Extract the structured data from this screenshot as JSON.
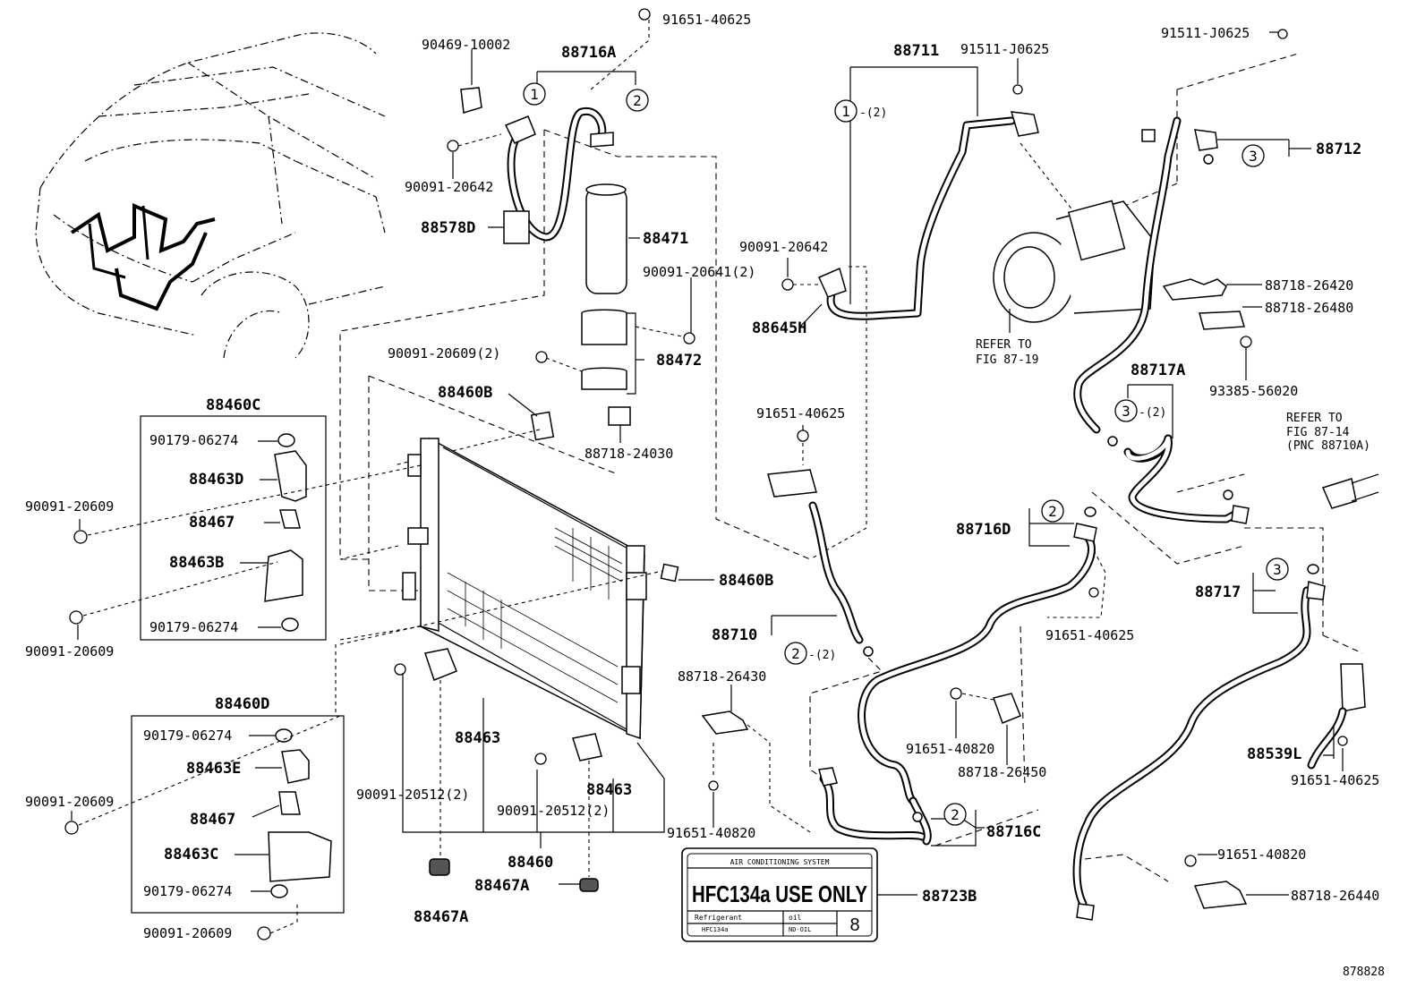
{
  "diagram": {
    "figure_code": "878828",
    "label_card": {
      "system": "AIR CONDITIONING SYSTEM",
      "main": "HFC134a USE ONLY",
      "refrigerant_label": "Refrigerant",
      "refrigerant_value": "HFC134a",
      "oil_label": "oil",
      "oil_value": "ND-OIL",
      "oil_number": "8"
    },
    "parts": {
      "p_91651_40625_top": "91651-40625",
      "p_90469_10002": "90469-10002",
      "p_88716A": "88716A",
      "p_90091_20642_a": "90091-20642",
      "p_88578D": "88578D",
      "p_88471": "88471",
      "p_90091_20641": "90091-20641(2)",
      "p_90091_20609_2": "90091-20609(2)",
      "p_88472": "88472",
      "p_88460B_a": "88460B",
      "p_88718_24030": "88718-24030",
      "p_88460C": "88460C",
      "p_90179_06274_a": "90179-06274",
      "p_88463D": "88463D",
      "p_90091_20609_a": "90091-20609",
      "p_88467_a": "88467",
      "p_88463B": "88463B",
      "p_90091_20609_b": "90091-20609",
      "p_90179_06274_b": "90179-06274",
      "p_88460D": "88460D",
      "p_90179_06274_c": "90179-06274",
      "p_88463E": "88463E",
      "p_90091_20609_c": "90091-20609",
      "p_88467_b": "88467",
      "p_88463C": "88463C",
      "p_90179_06274_d": "90179-06274",
      "p_90091_20609_d": "90091-20609",
      "p_88463_a": "88463",
      "p_90091_20512_a": "90091-20512(2)",
      "p_88463_b": "88463",
      "p_90091_20512_b": "90091-20512(2)",
      "p_88460": "88460",
      "p_88467A_a": "88467A",
      "p_88467A_b": "88467A",
      "p_88460B_b": "88460B",
      "p_88711": "88711",
      "p_91511_J0625_a": "91511-J0625",
      "p_91511_J0625_b": "91511-J0625",
      "p_88712": "88712",
      "p_90091_20642_b": "90091-20642",
      "p_88645H": "88645H",
      "p_refer_87_19_a": "REFER TO",
      "p_refer_87_19_b": "FIG 87-19",
      "p_88718_26420": "88718-26420",
      "p_88718_26480": "88718-26480",
      "p_93385_56020": "93385-56020",
      "p_88717A": "88717A",
      "p_refer_87_14_a": "REFER TO",
      "p_refer_87_14_b": "FIG 87-14",
      "p_refer_87_14_c": "(PNC 88710A)",
      "p_91651_40625_mid": "91651-40625",
      "p_88716D": "88716D",
      "p_91651_40625_r": "91651-40625",
      "p_88710": "88710",
      "p_88718_26430": "88718-26430",
      "p_91651_40820_a": "91651-40820",
      "p_88718_26450": "88718-26450",
      "p_91651_40820_b": "91651-40820",
      "p_88716C": "88716C",
      "p_88723B": "88723B",
      "p_88717": "88717",
      "p_88539L": "88539L",
      "p_91651_40625_br": "91651-40625",
      "p_91651_40820_c": "91651-40820",
      "p_88718_26440": "88718-26440"
    },
    "callouts": {
      "c1": "1",
      "c1q": "-(2)",
      "c2": "2",
      "c2q": "-(2)",
      "c3": "3",
      "c3q": "-(2)"
    }
  }
}
